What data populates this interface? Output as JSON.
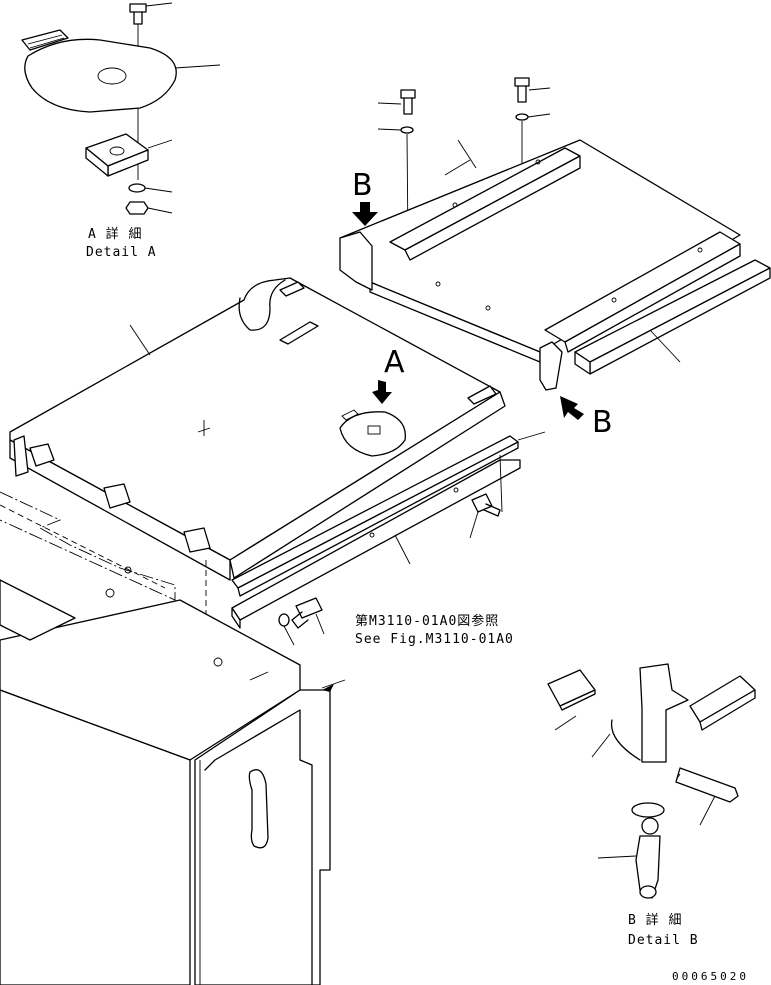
{
  "view_labels": {
    "view_b_top": "B",
    "view_b_right": "B",
    "view_a": "A"
  },
  "details": {
    "detail_a_jp": "A 詳 細",
    "detail_a_en": "Detail A",
    "detail_b_jp": "B 詳 細",
    "detail_b_en": "Detail B"
  },
  "reference": {
    "jp": "第M3110-01A0図参照",
    "en": "See Fig.M3110-01A0"
  },
  "drawing_number": "00065020"
}
